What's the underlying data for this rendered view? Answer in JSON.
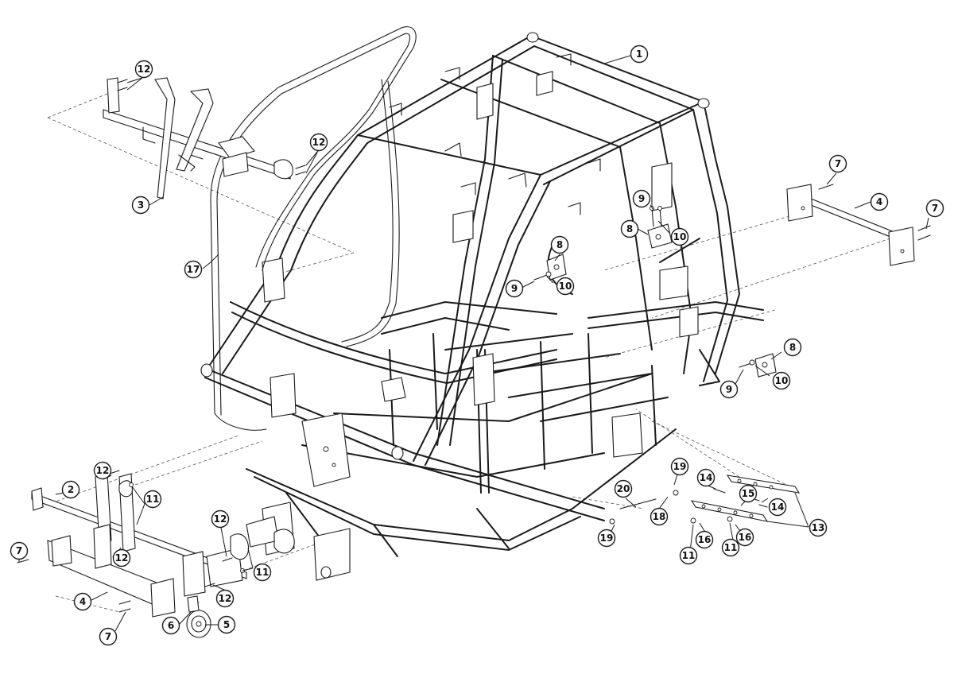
{
  "callouts": [
    {
      "id": "c1",
      "label": "1"
    },
    {
      "id": "c2",
      "label": "2"
    },
    {
      "id": "c3",
      "label": "3"
    },
    {
      "id": "c4a",
      "label": "4"
    },
    {
      "id": "c4b",
      "label": "4"
    },
    {
      "id": "c5",
      "label": "5"
    },
    {
      "id": "c6",
      "label": "6"
    },
    {
      "id": "c7a",
      "label": "7"
    },
    {
      "id": "c7b",
      "label": "7"
    },
    {
      "id": "c7c",
      "label": "7"
    },
    {
      "id": "c7d",
      "label": "7"
    },
    {
      "id": "c8a",
      "label": "8"
    },
    {
      "id": "c8b",
      "label": "8"
    },
    {
      "id": "c8c",
      "label": "8"
    },
    {
      "id": "c9a",
      "label": "9"
    },
    {
      "id": "c9b",
      "label": "9"
    },
    {
      "id": "c9c",
      "label": "9"
    },
    {
      "id": "c10a",
      "label": "10"
    },
    {
      "id": "c10b",
      "label": "10"
    },
    {
      "id": "c10c",
      "label": "10"
    },
    {
      "id": "c11a",
      "label": "11"
    },
    {
      "id": "c11b",
      "label": "11"
    },
    {
      "id": "c11c",
      "label": "11"
    },
    {
      "id": "c11d",
      "label": "11"
    },
    {
      "id": "c12a",
      "label": "12"
    },
    {
      "id": "c12b",
      "label": "12"
    },
    {
      "id": "c12c",
      "label": "12"
    },
    {
      "id": "c12d",
      "label": "12"
    },
    {
      "id": "c12e",
      "label": "12"
    },
    {
      "id": "c12f",
      "label": "12"
    },
    {
      "id": "c13",
      "label": "13"
    },
    {
      "id": "c14a",
      "label": "14"
    },
    {
      "id": "c14b",
      "label": "14"
    },
    {
      "id": "c15",
      "label": "15"
    },
    {
      "id": "c16a",
      "label": "16"
    },
    {
      "id": "c16b",
      "label": "16"
    },
    {
      "id": "c17",
      "label": "17"
    },
    {
      "id": "c18",
      "label": "18"
    },
    {
      "id": "c19a",
      "label": "19"
    },
    {
      "id": "c19b",
      "label": "19"
    },
    {
      "id": "c20",
      "label": "20"
    }
  ]
}
